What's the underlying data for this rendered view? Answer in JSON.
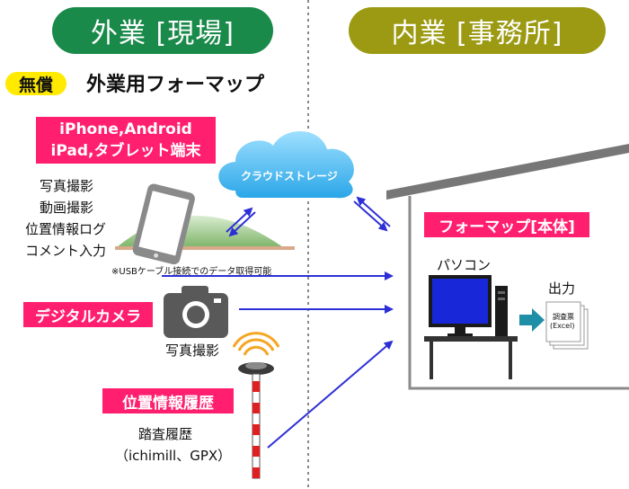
{
  "header": {
    "field_label": "外業 [現場]",
    "office_label": "内業 [事務所]",
    "field_color": "#1a8a4a",
    "office_color": "#9b9a12"
  },
  "free_badge": {
    "label": "無償",
    "title": "外業用フォーマップ"
  },
  "devices": {
    "label_line1": "iPhone,Android",
    "label_line2": "iPad,タブレット端末",
    "features": [
      "写真撮影",
      "動画撮影",
      "位置情報ログ",
      "コメント入力"
    ],
    "usb_note": "※USBケーブル接続でのデータ取得可能"
  },
  "cloud": {
    "label": "クラウドストレージ"
  },
  "camera": {
    "label": "デジタルカメラ",
    "caption": "写真撮影"
  },
  "gps": {
    "label": "位置情報履歴",
    "caption_line1": "踏査履歴",
    "caption_line2": "（ichimill、GPX）"
  },
  "office": {
    "product_label": "フォーマップ[本体]",
    "pc_label": "パソコン",
    "output_label": "出力",
    "doc_line1": "調査票",
    "doc_line2": "(Excel)"
  },
  "colors": {
    "accent_pink": "#ff1f6e",
    "badge_yellow": "#ffea00",
    "arrow_blue": "#2d2fd6",
    "teal": "#1f8fa8"
  }
}
